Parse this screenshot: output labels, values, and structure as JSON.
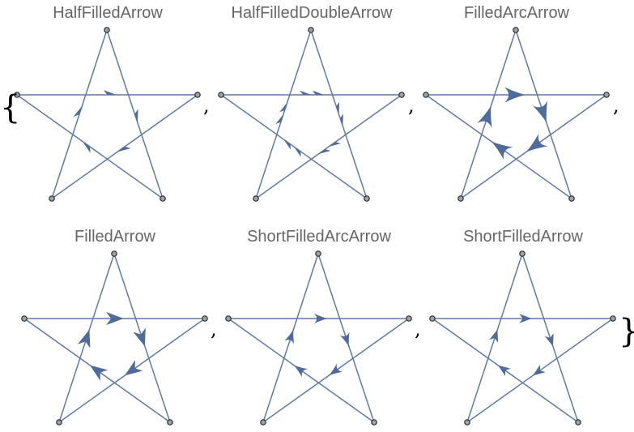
{
  "panels": [
    {
      "title": "HalfFilledArrow",
      "style": "half"
    },
    {
      "title": "HalfFilledDoubleArrow",
      "style": "halfdouble"
    },
    {
      "title": "FilledArcArrow",
      "style": "arc"
    },
    {
      "title": "FilledArrow",
      "style": "filled"
    },
    {
      "title": "ShortFilledArcArrow",
      "style": "shortarc"
    },
    {
      "title": "ShortFilledArrow",
      "style": "short"
    }
  ],
  "punctuation": {
    "open_brace": "{",
    "close_brace": "}",
    "comma": ","
  },
  "colors": {
    "edge": "#5f7aa3",
    "arrowhead": "#4f6b9a",
    "vertex_fill": "#9aa3ad",
    "vertex_stroke": "#2b2b2b",
    "title": "#666666"
  }
}
